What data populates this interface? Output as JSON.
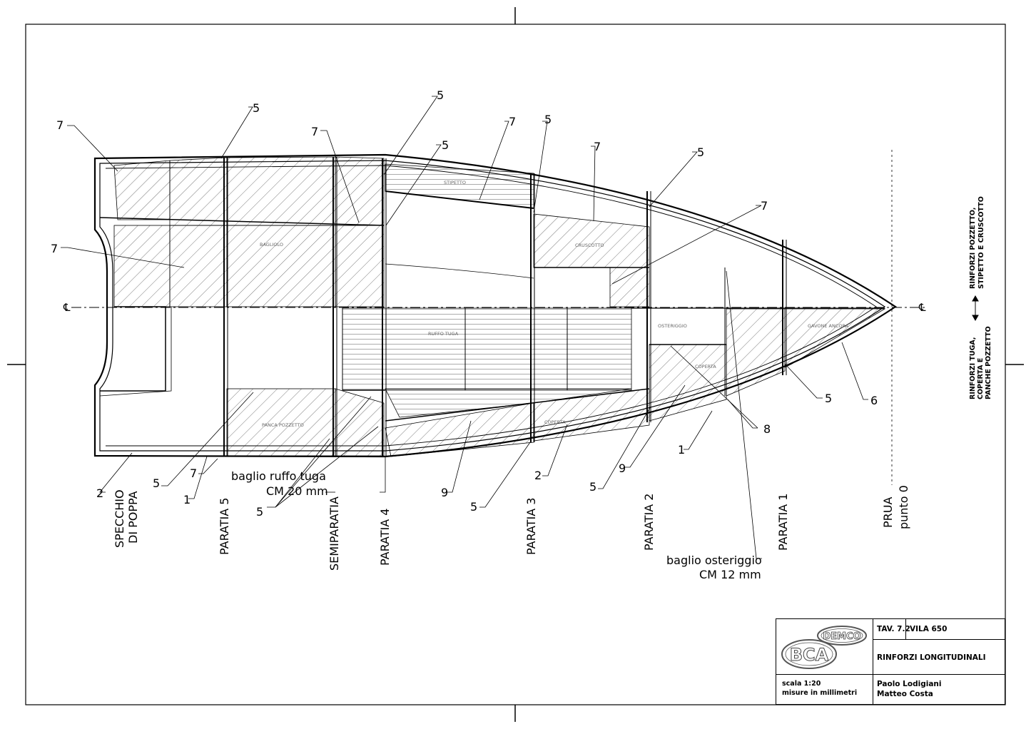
{
  "title_block": {
    "sheet": "TAV. 7.2",
    "model": "VILA 650",
    "subject": "RINFORZI LONGITUDINALI",
    "scale": "scala 1:20",
    "units": "misure in millimetri",
    "author_1": "Paolo Lodigiani",
    "author_2": "Matteo Costa",
    "logo_text_1": "DEMCO",
    "logo_text_2": "BCA"
  },
  "station_labels": {
    "transom": [
      "SPECCHIO",
      "DI POPPA"
    ],
    "paratia_5": "PARATIA 5",
    "semiparatia": "SEMIPARATIA",
    "paratia_4": "PARATIA 4",
    "paratia_3": "PARATIA 3",
    "paratia_2": "PARATIA 2",
    "paratia_1": "PARATIA 1",
    "bow": [
      "PRUA",
      "punto 0"
    ]
  },
  "notes": {
    "baglio_ruffo_1": "baglio ruffo tuga",
    "baglio_ruffo_2": "CM 20 mm",
    "baglio_osteriggio_1": "baglio osteriggio",
    "baglio_osteriggio_2": "CM 12 mm",
    "legend_up_1": "RINFORZI POZZETTO,",
    "legend_up_2": "STIPETTO E CRUSCOTTO",
    "legend_down_1": "RINFORZI TUGA,",
    "legend_down_2": "COPERTA E",
    "legend_down_3": "PANCHE POZZETTO",
    "centerline_mark": "℄"
  },
  "part_labels": {
    "stipetto": "STIPETTO",
    "cruscotto": "CRUSCOTTO",
    "bagliolo": "BAGLIOLO",
    "ruffo_tuga": "RUFFO TUGA",
    "osteriggio": "OSTERIGGIO",
    "gavone_ancora": "GAVONE ANCORA",
    "coperta": "COPERTA",
    "panca_pozzetto": "PANCA POZZETTO"
  },
  "callouts": {
    "n1": "1",
    "n2": "2",
    "n5": "5",
    "n6": "6",
    "n7": "7",
    "n8": "8",
    "n9": "9"
  }
}
